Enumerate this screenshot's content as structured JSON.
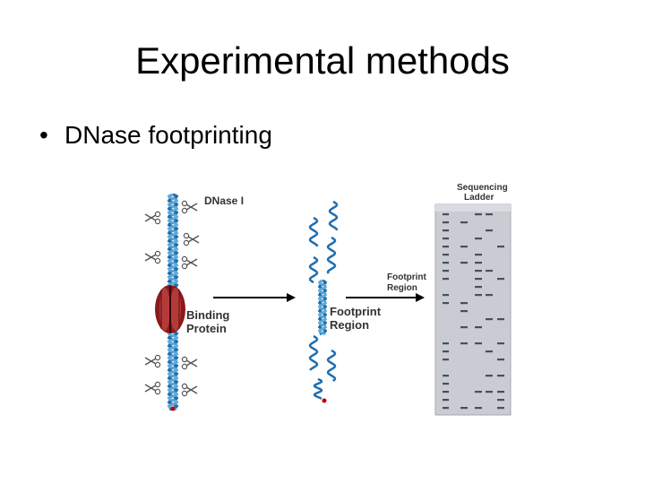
{
  "slide": {
    "title": "Experimental methods",
    "bullet": "DNase footprinting"
  },
  "figure": {
    "enzyme_label": "DNase I",
    "binding_label_1": "Binding",
    "binding_label_2": "Protein",
    "footprint_mid_1": "Footprint",
    "footprint_mid_2": "Region",
    "ladder_label_1": "Sequencing",
    "ladder_label_2": "Ladder",
    "gel_footprint_1": "Footprint",
    "gel_footprint_2": "Region",
    "colors": {
      "dna": "#1e6fb0",
      "dna_light": "#5fa8d8",
      "protein": "#8b1a1a",
      "gel": "#c9ccd2",
      "band": "#4a4f5a",
      "label": "#333333"
    }
  }
}
